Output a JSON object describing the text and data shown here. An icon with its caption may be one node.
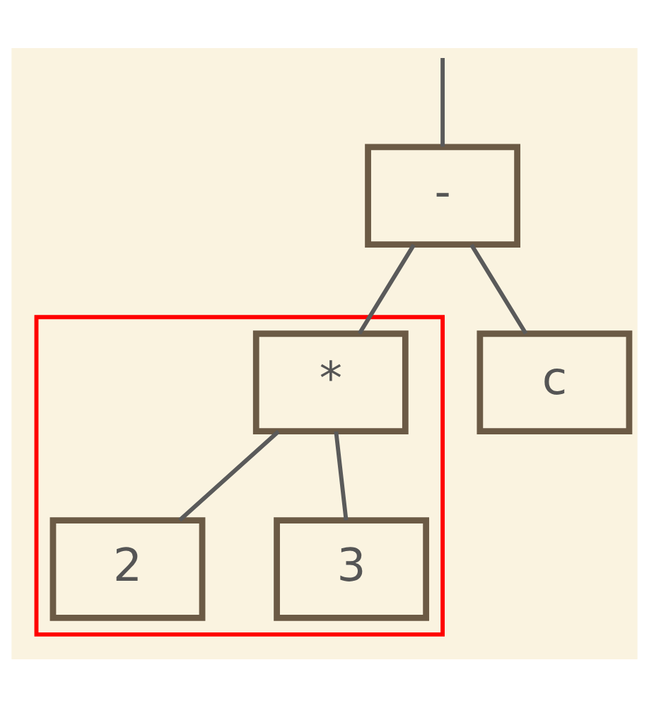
{
  "diagram": {
    "nodes": [
      {
        "text": [
          "-"
        ]
      },
      {
        "text": [],
        "shape": "box"
      },
      {
        "text": [
          "*"
        ],
        "in": 1
      },
      {
        "text": [
          "c"
        ]
      },
      {
        "text": [
          "2"
        ],
        "in": 1
      },
      {
        "text": [
          "3"
        ],
        "in": 1
      }
    ],
    "edges": [
      {
        "from": null,
        "to": 0,
        "arrow": "none"
      },
      {
        "from": 0,
        "to": 2,
        "arrow": "none"
      },
      {
        "from": 0,
        "to": 3,
        "arrow": "none"
      },
      {
        "from": 2,
        "to": 4,
        "arrow": "none"
      },
      {
        "from": 2,
        "to": 5,
        "arrow": "none"
      }
    ]
  }
}
